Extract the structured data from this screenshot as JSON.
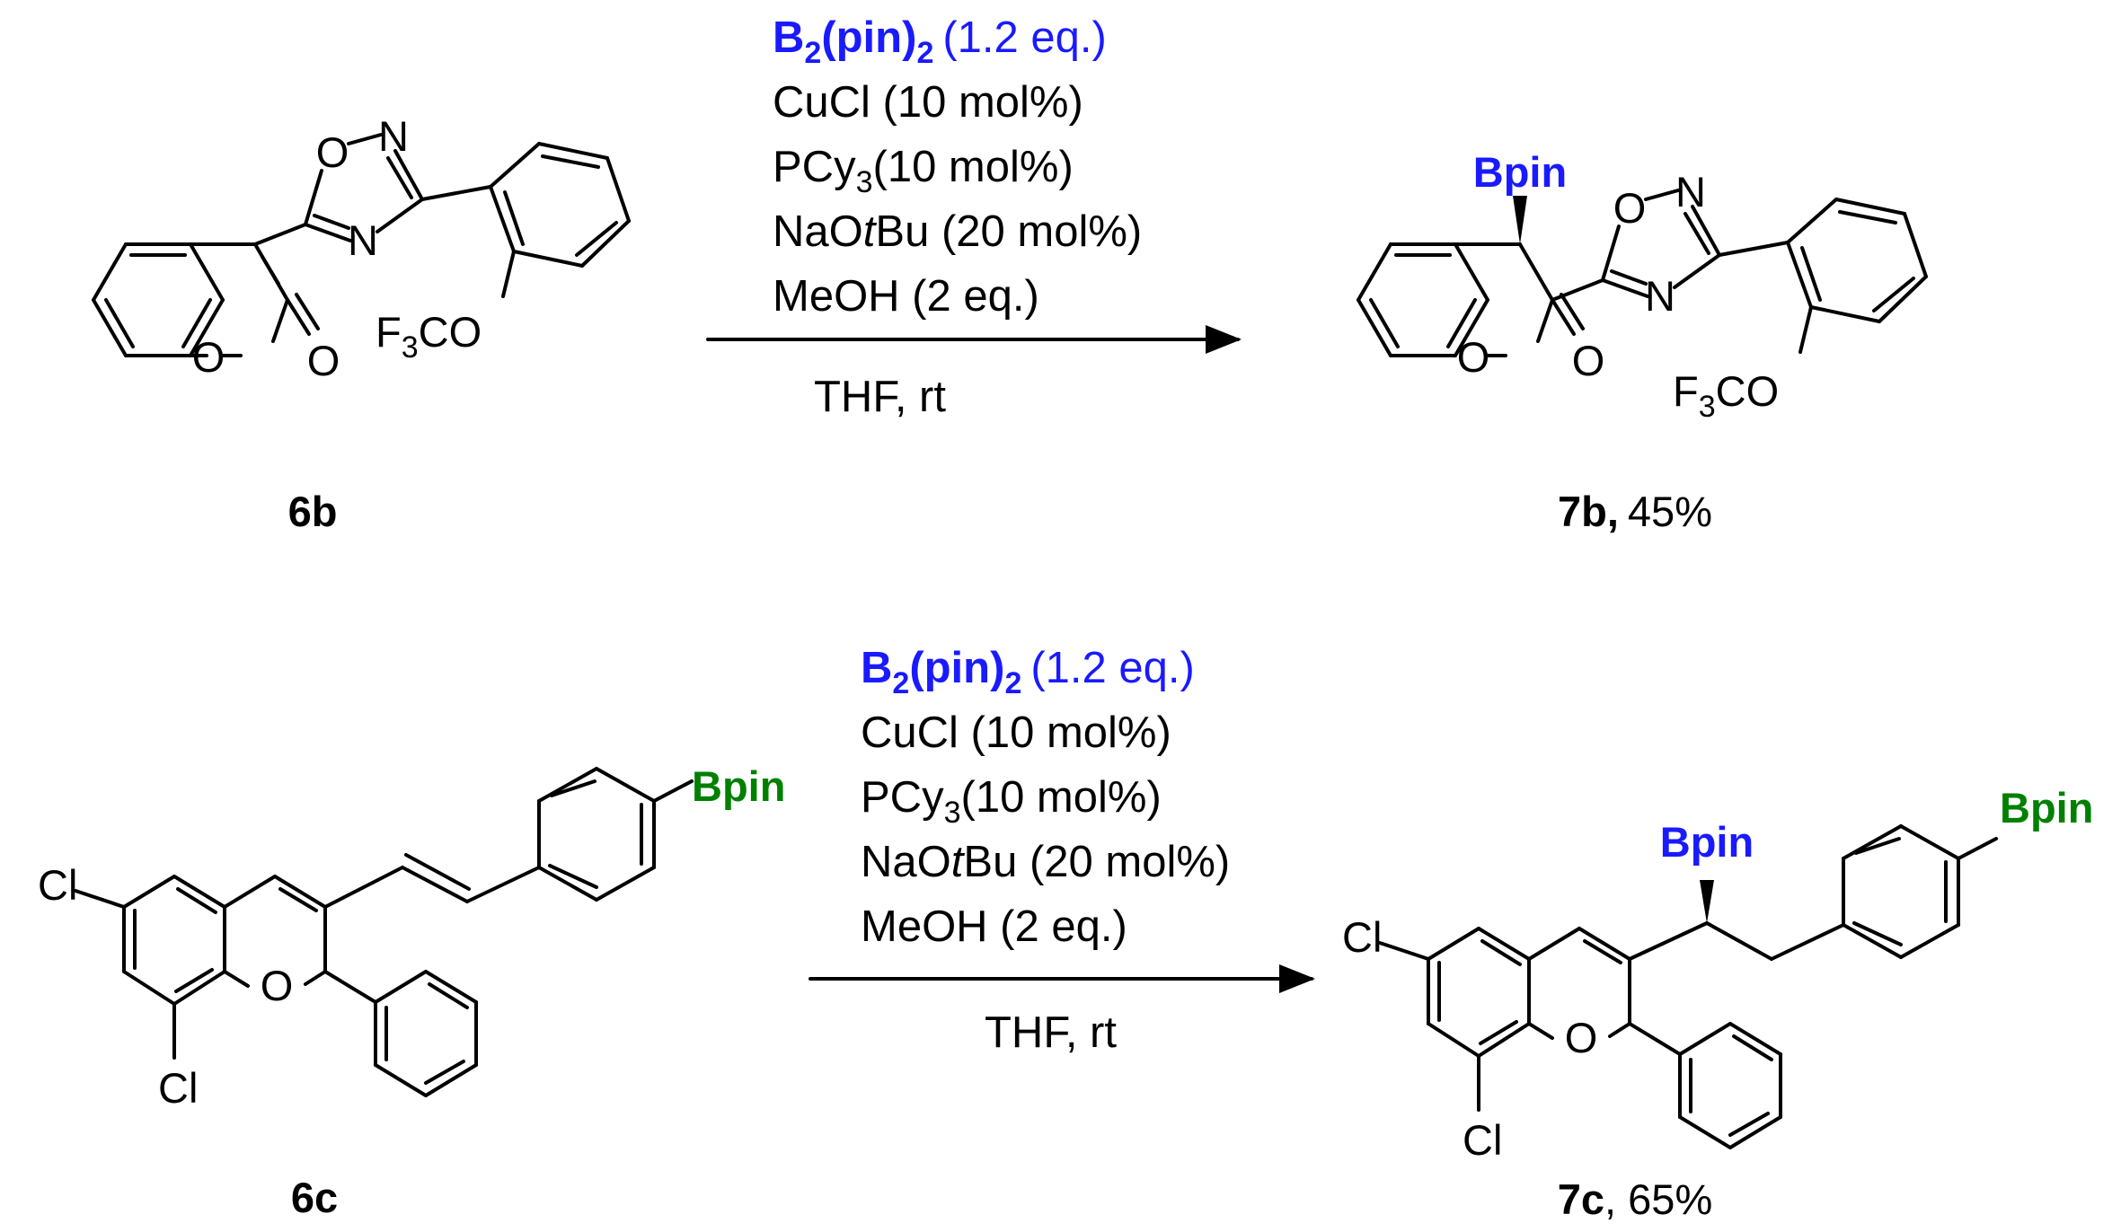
{
  "atoms": {
    "O": "O",
    "N": "N",
    "Cl": "Cl",
    "F3": "F",
    "F3_sub": "3",
    "CO": "CO",
    "Bpin": "Bpin"
  },
  "reactions": [
    {
      "starting_material": "6b",
      "product_label": "7b,",
      "product_yield": "45%",
      "conditions": {
        "reagent_main": "B",
        "reagent_sub1": "2",
        "reagent_mid": "(pin)",
        "reagent_sub2": "2",
        "reagent_eq": "(1.2 eq.)",
        "catalyst": "CuCl (10 mol%)",
        "ligand_a": "PCy",
        "ligand_sub": "3",
        "ligand_b": "(10 mol%)",
        "base_a": "NaO",
        "base_it": "t",
        "base_b": "Bu (20 mol%)",
        "additive": "MeOH (2 eq.)",
        "solvent": "THF,  rt"
      }
    },
    {
      "starting_material": "6c",
      "product_label": "7c",
      "product_yield": ", 65%",
      "conditions": {
        "reagent_main": "B",
        "reagent_sub1": "2",
        "reagent_mid": "(pin)",
        "reagent_sub2": "2",
        "reagent_eq": "(1.2 eq.)",
        "catalyst": "CuCl (10 mol%)",
        "ligand_a": "PCy",
        "ligand_sub": "3",
        "ligand_b": "(10 mol%)",
        "base_a": "NaO",
        "base_it": "t",
        "base_b": "Bu (20 mol%)",
        "additive": "MeOH (2 eq.)",
        "solvent": "THF,  rt"
      }
    }
  ],
  "colors": {
    "reagent": "#1a1aff",
    "stereo_bpin": "#1a1aff",
    "aryl_bpin": "#008000"
  }
}
